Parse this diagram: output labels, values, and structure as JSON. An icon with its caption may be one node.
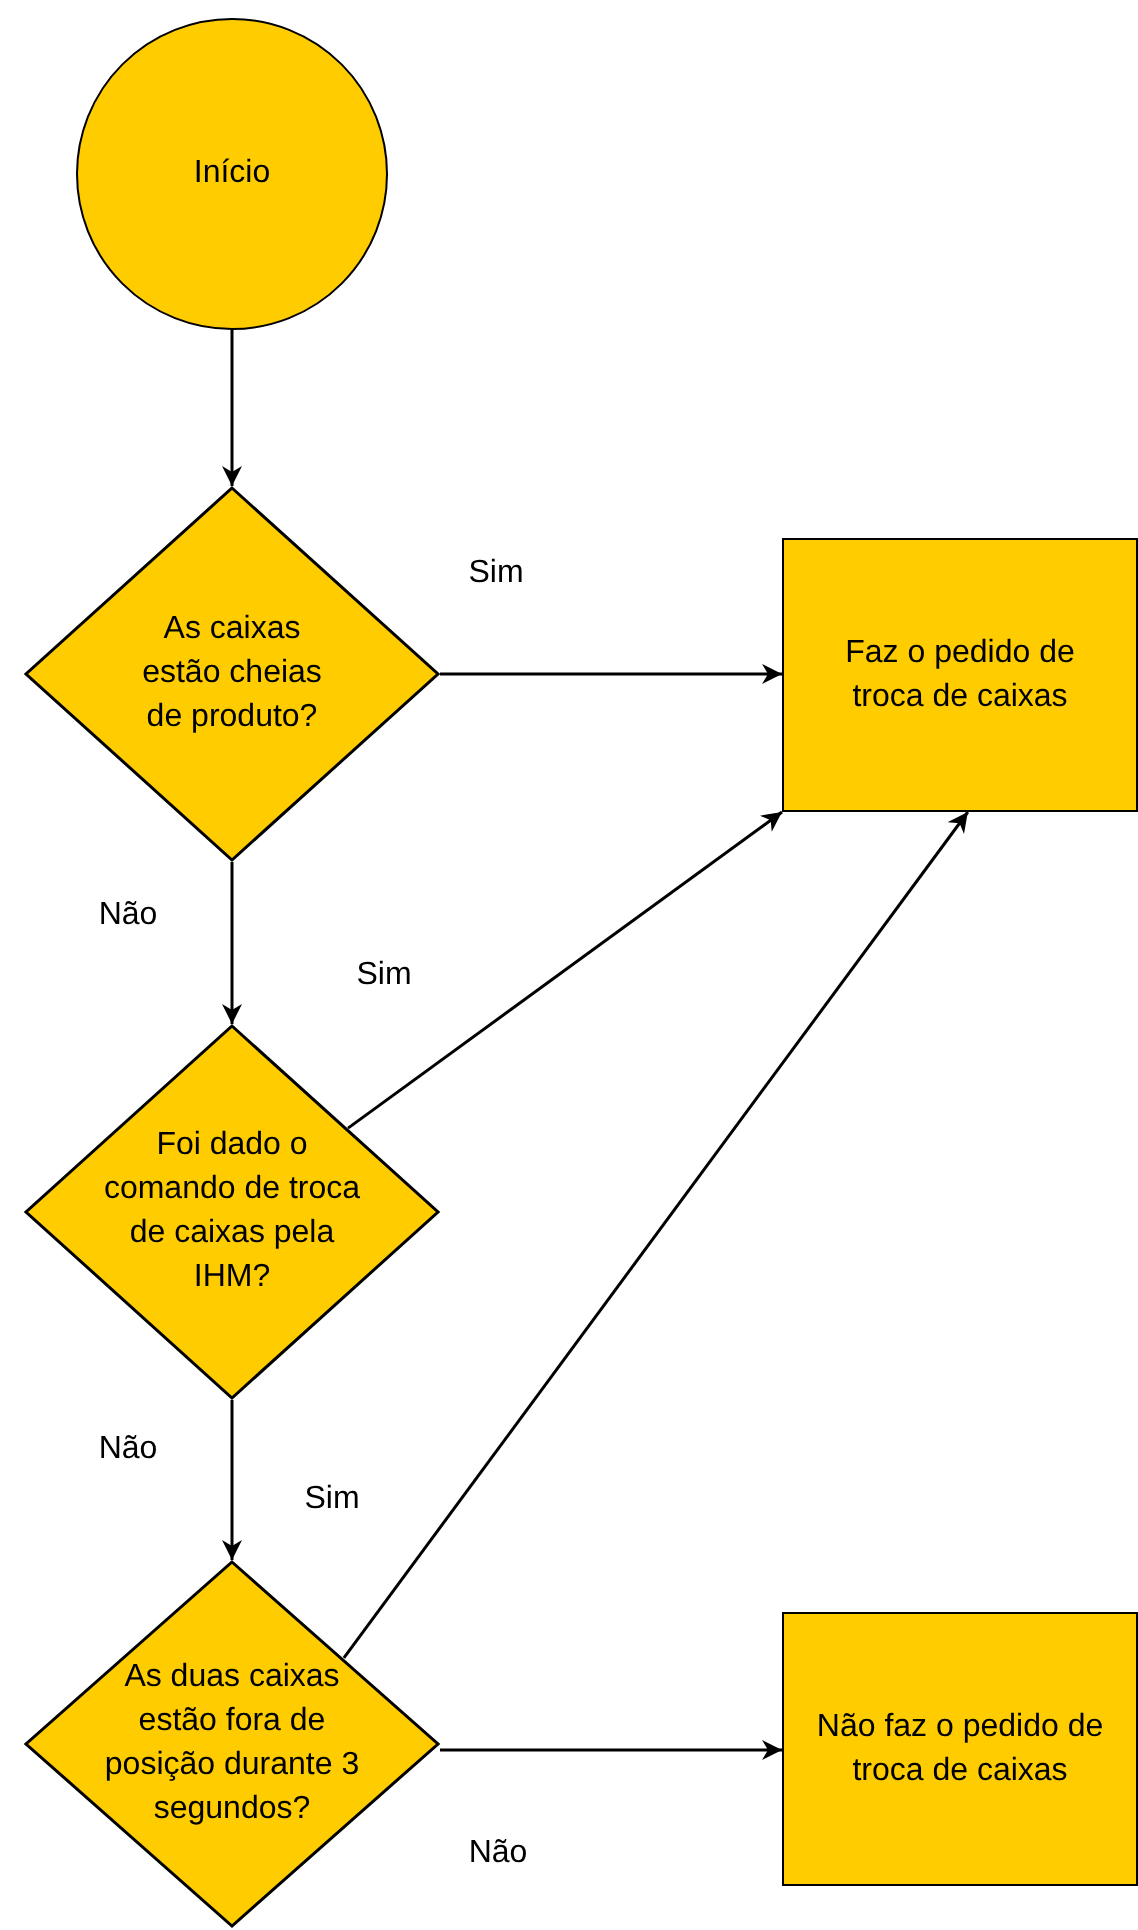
{
  "diagram": {
    "nodes": [
      {
        "text": [
          "Início"
        ]
      },
      {
        "text": [
          "As caixas estão cheias de produto?"
        ]
      },
      {
        "text": [
          "Faz o pedido de troca de caixas"
        ]
      },
      {
        "text": [
          "Foi dado o comando de troca de caixas pela IHM?"
        ]
      },
      {
        "text": [
          "As duas caixas estão fora de posição durante 3 segundos?"
        ]
      },
      {
        "text": [
          "Não faz o pedido de troca de caixas"
        ]
      }
    ],
    "edges": [
      {
        "from": 0,
        "to": 1,
        "arrow": "to"
      },
      {
        "from": 1,
        "to": 2,
        "arrow": "to",
        "label": "Sim"
      },
      {
        "from": 1,
        "to": 3,
        "arrow": "to",
        "label": "Não"
      },
      {
        "from": 3,
        "to": 2,
        "arrow": "to",
        "label": "Sim"
      },
      {
        "from": 3,
        "to": 4,
        "arrow": "to",
        "label": "Não"
      },
      {
        "from": 4,
        "to": 2,
        "arrow": "to",
        "label": "Sim"
      },
      {
        "from": 4,
        "to": 5,
        "arrow": "to",
        "label": "Não"
      }
    ]
  }
}
